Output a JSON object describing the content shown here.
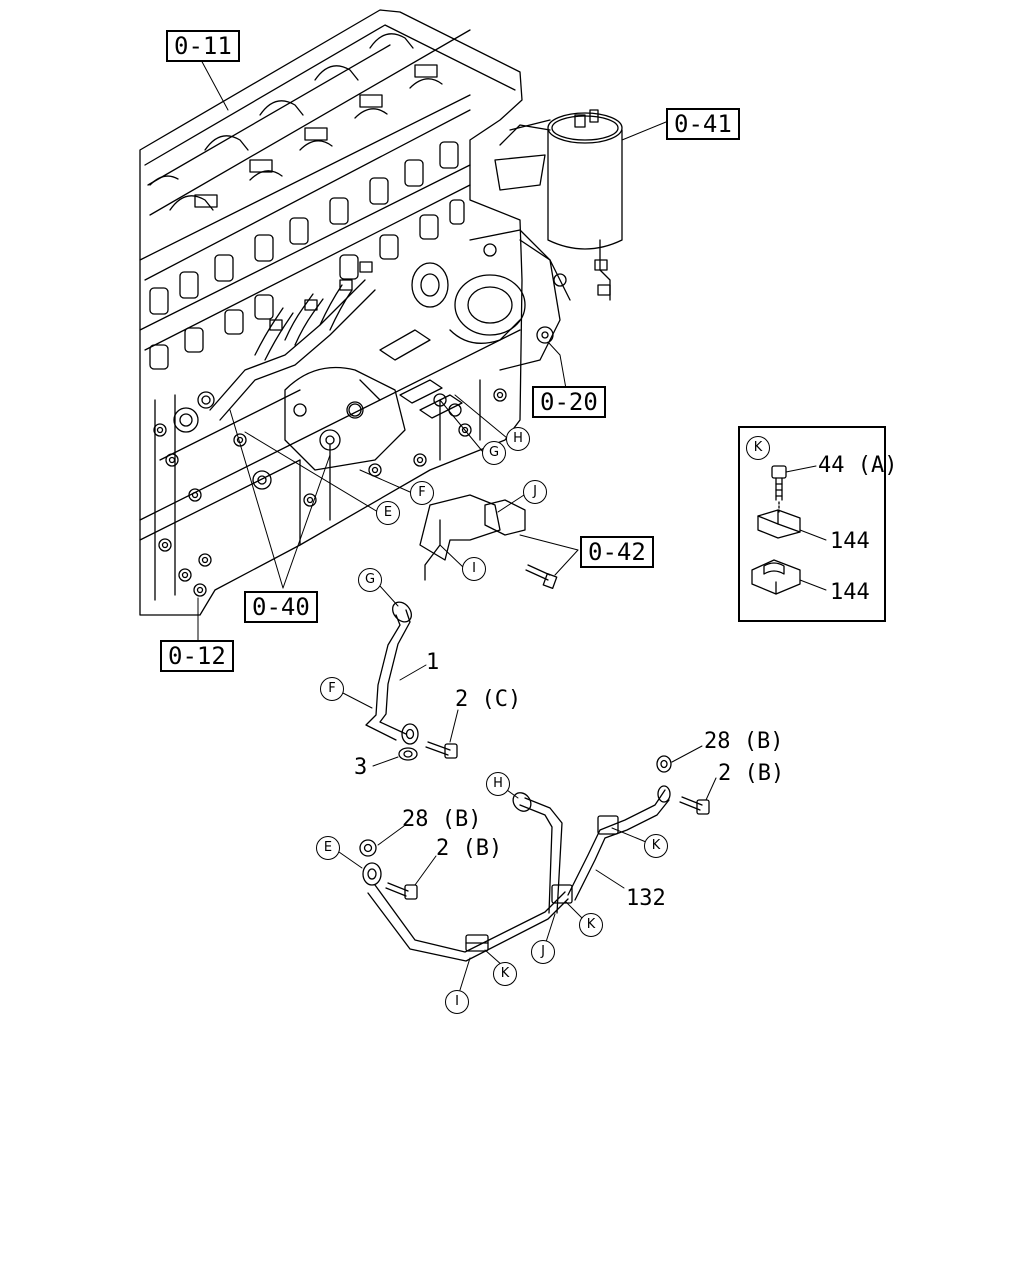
{
  "reference_codes": {
    "r011": "0-11",
    "r041": "0-41",
    "r020": "0-20",
    "r042": "0-42",
    "r040": "0-40",
    "r012": "0-12"
  },
  "callouts": {
    "g_top": "G",
    "h_top": "H",
    "e_top": "E",
    "f_top": "F",
    "j_top": "J",
    "i_top": "I",
    "g_pipe": "G",
    "f_pipe": "F",
    "h_pipe": "H",
    "e_pipe": "E",
    "k_1": "K",
    "k_2": "K",
    "k_3": "K",
    "j_pipe": "J",
    "i_pipe": "I"
  },
  "part_labels": {
    "p1": "1",
    "p2c": "2 (C)",
    "p3": "3",
    "p28b_right": "28 (B)",
    "p2b_right": "2 (B)",
    "p28b_left": "28 (B)",
    "p2b_left": "2 (B)",
    "p132": "132"
  },
  "inset": {
    "key": "K",
    "bolt": "44 (A)",
    "clip_upper": "144",
    "clip_lower": "144"
  }
}
